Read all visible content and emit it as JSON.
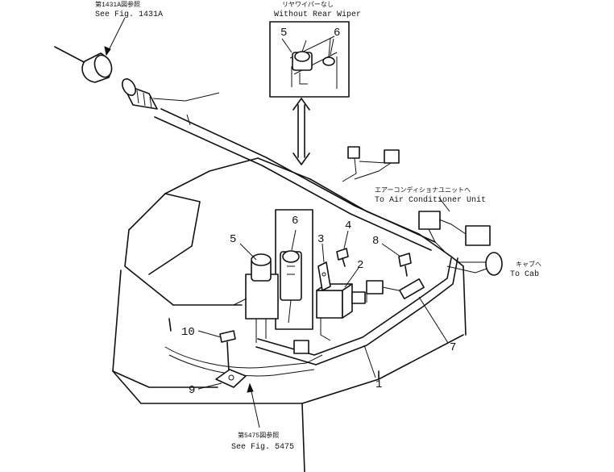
{
  "callouts": {
    "top_left_jp": "第1431A図参照",
    "top_left_en": "See Fig. 1431A",
    "inset_jp": "リヤワイパーなし",
    "inset_en": "Without Rear Wiper",
    "aircon_jp": "エアーコンディショナユニットへ",
    "aircon_en": "To Air Conditioner Unit",
    "cab_jp": "キャブへ",
    "cab_en": "To Cab",
    "bottom_jp": "第5475図参照",
    "bottom_en": "See Fig. 5475"
  },
  "part_numbers": {
    "p1": "1",
    "p2": "2",
    "p3": "3",
    "p4": "4",
    "p5": "5",
    "p6": "6",
    "p7": "7",
    "p8": "8",
    "p9": "9",
    "p10": "10",
    "inset5": "5",
    "inset6": "6"
  }
}
